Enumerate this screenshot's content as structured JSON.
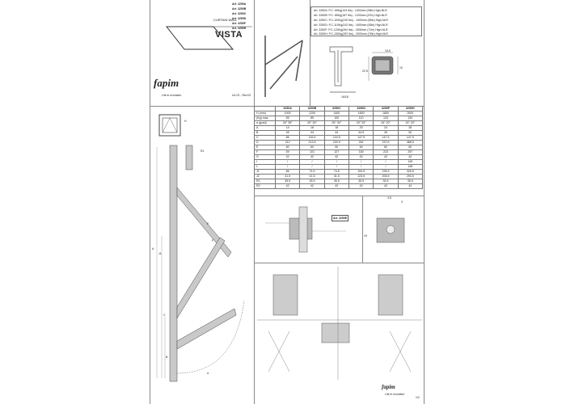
{
  "header": {
    "category": "CURTAIN WALL",
    "product": "VISTA",
    "articles": [
      "Art. 3250A",
      "Art. 3250B",
      "Art. 3250C",
      "Art. 3250D",
      "Art. 3250F",
      "Art. 3250H"
    ],
    "brand": "fapim",
    "tagline": "Life in evolution",
    "doc_code": "ULCS - Rev.02"
  },
  "models": [
    "Art. 3250A: P.C- 65Kg(143 lbs) - 1000mm (39in) High-NLR",
    "Art. 3250B: P.C- 85Kg(187 lbs) - 1200mm (47in) High-NLR",
    "Art. 3250C: P.C-100Kg(220 lbs) - 1400mm (55in) High-NLR",
    "Art. 3250D: P.C-110Kg(242 lbs) - 1600mm (63in) High-NLR",
    "Art. 3250F: P.C-120Kg(264 lbs) - 1800mm (71in) High-NLR",
    "Art. 3250H: P.C-130Kg(287 lbs) - 2000mm (78in) High-NLR"
  ],
  "profile_dims": {
    "w": "16,5",
    "h": "22,5",
    "side": "10",
    "bottom": "16/18"
  },
  "table": {
    "columns": [
      "3250A",
      "3250B",
      "3250C",
      "3250D",
      "3250F",
      "3250H"
    ],
    "rows": [
      {
        "label": "H (mm)",
        "cells": [
          "1000",
          "1200",
          "1400",
          "1600",
          "1800",
          "2000"
        ]
      },
      {
        "label": "(Kg) max",
        "cells": [
          "65",
          "85",
          "100",
          "110",
          "120",
          "130"
        ]
      },
      {
        "label": "α (grad)",
        "cells": [
          "30°  35°",
          "20°  30°",
          "25°  30°",
          "20°  25°",
          "15°  20°",
          "15°  20°"
        ]
      },
      {
        "label": "A",
        "cells": [
          "14",
          "16",
          "18",
          "20",
          "24",
          "26"
        ]
      },
      {
        "label": "B",
        "cells": [
          "45",
          "44",
          "44",
          "44.5",
          "45",
          "52"
        ]
      },
      {
        "label": "C",
        "cells": [
          "86",
          "116.5",
          "134.5",
          "147.5",
          "147.5",
          "147.5"
        ]
      },
      {
        "label": "D",
        "cells": [
          "212",
          "213.5",
          "220.5",
          "261",
          "370.5",
          "488.5"
        ]
      },
      {
        "label": "E",
        "cells": [
          "60",
          "60",
          "60",
          "60",
          "60",
          "60"
        ]
      },
      {
        "label": "F",
        "cells": [
          "59",
          "101",
          "127",
          "160",
          "223",
          "297"
        ]
      },
      {
        "label": "G",
        "cells": [
          "42",
          "42",
          "42",
          "42",
          "42",
          "42"
        ]
      },
      {
        "label": "I",
        "cells": [
          "/",
          "/",
          "/",
          "/",
          "/",
          "149"
        ]
      },
      {
        "label": "L",
        "cells": [
          "/",
          "/",
          "/",
          "/",
          "/",
          "148"
        ]
      },
      {
        "label": "J1",
        "cells": [
          "86",
          "74.5",
          "74.5",
          "153.5",
          "235.5",
          "325.5"
        ]
      },
      {
        "label": "J2",
        "cells": [
          "41.5",
          "41.5",
          "41.5",
          "123.5",
          "206.5",
          "293.5"
        ]
      },
      {
        "label": "R1",
        "cells": [
          "35.5",
          "35.5",
          "35.5",
          "35.5",
          "35.5",
          "35.5"
        ]
      },
      {
        "label": "R2",
        "cells": [
          "42",
          "42",
          "42",
          "42",
          "42",
          "42"
        ]
      }
    ]
  },
  "detail": {
    "art_label": "Art. 3250E",
    "dim_top_a": "4.5",
    "dim_top_b": "3",
    "dim_side": "19"
  },
  "labels": {
    "H": "H",
    "alpha": "α",
    "A": "A",
    "B": "B",
    "C": "C",
    "D": "D",
    "E": "E",
    "F": "F",
    "G": "G",
    "J1": "J1",
    "J2": "J2",
    "R1": "R1"
  },
  "footer": {
    "brand": "fapim",
    "tagline": "Life in evolution",
    "page": "1/2"
  }
}
